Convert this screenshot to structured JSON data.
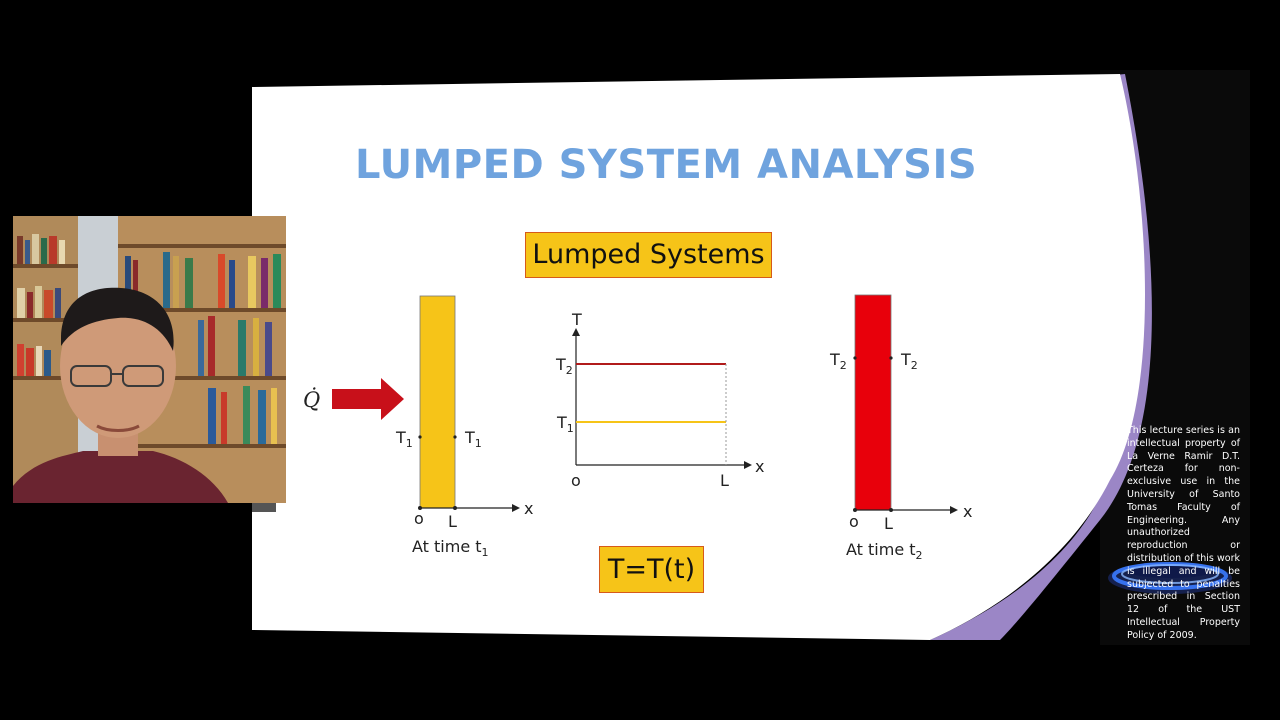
{
  "slide": {
    "title": "LUMPED SYSTEM ANALYSIS",
    "heading_box": "Lumped Systems",
    "equation_box": "T=T(t)",
    "left_figure": {
      "heat_symbol": "Q̇",
      "temp_label_left": "T",
      "temp_label_right": "T",
      "temp_subscript": "1",
      "origin_label": "o",
      "length_label": "L",
      "axis_label": "x",
      "caption": "At time t",
      "caption_subscript": "1"
    },
    "middle_graph": {
      "y_axis_label": "T",
      "x_axis_label": "x",
      "origin_label": "o",
      "length_label": "L",
      "t2_label": "T",
      "t2_subscript": "2",
      "t1_label": "T",
      "t1_subscript": "1"
    },
    "right_figure": {
      "temp_label_left": "T",
      "temp_label_right": "T",
      "temp_subscript": "2",
      "origin_label": "o",
      "length_label": "L",
      "axis_label": "x",
      "caption": "At time t",
      "caption_subscript": "2"
    },
    "copyright_notice": "This lecture series is an intellectual property of La Verne Ramir D.T. Certeza for non-exclusive use in the University of Santo Tomas Faculty of Engineering. Any unauthorized reproduction or distribution of this work is illegal and will be subjected to penalties prescribed in Section 12 of the UST Intellectual Property Policy of 2009."
  },
  "colors": {
    "title": "#6fa3de",
    "yellow_bar": "#f6c418",
    "red_bar": "#e8000b",
    "arrow": "#c8101a",
    "purple_band": "#9b86c6"
  }
}
